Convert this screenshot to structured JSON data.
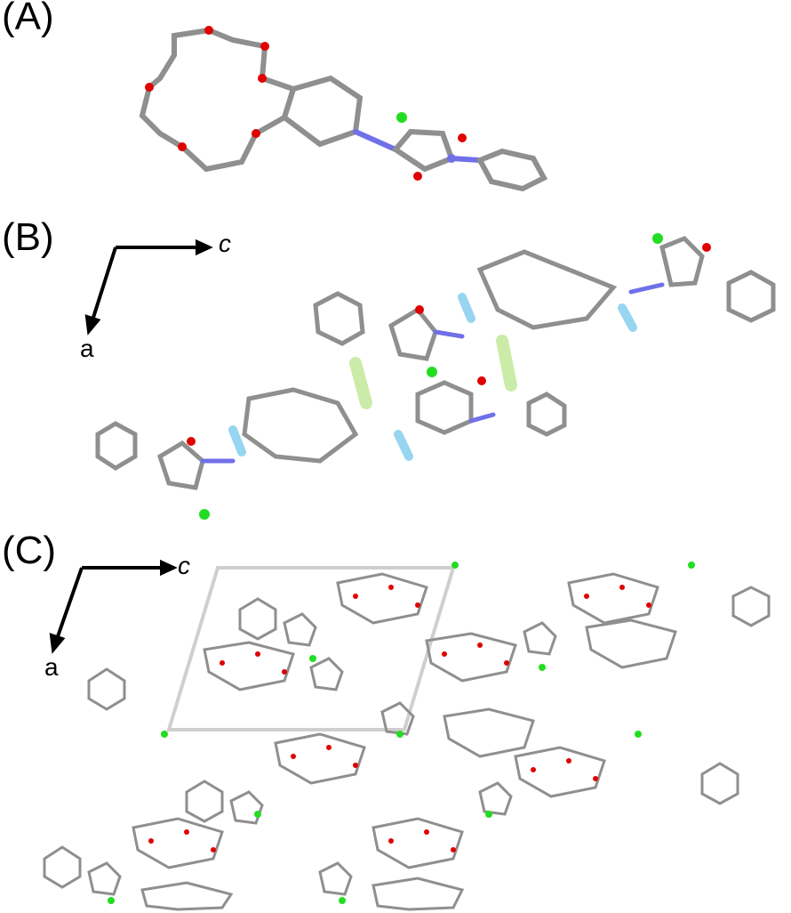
{
  "panels": [
    {
      "label": "(A)"
    },
    {
      "label": "(B)",
      "axes": {
        "horizontal": "c",
        "vertical": "a"
      }
    },
    {
      "label": "(C)",
      "axes": {
        "horizontal": "c",
        "vertical": "a"
      }
    }
  ],
  "colors": {
    "carbon": "#8f8f8f",
    "hydrogen": "#e8e8e8",
    "oxygen": "#e00000",
    "nitrogen": "#7070e8",
    "chlorine": "#22dd22",
    "hbond": "#6cc4ec",
    "pi_stack": "#a8e070",
    "unit_cell": "#cfcfcf",
    "axis": "#000000"
  }
}
